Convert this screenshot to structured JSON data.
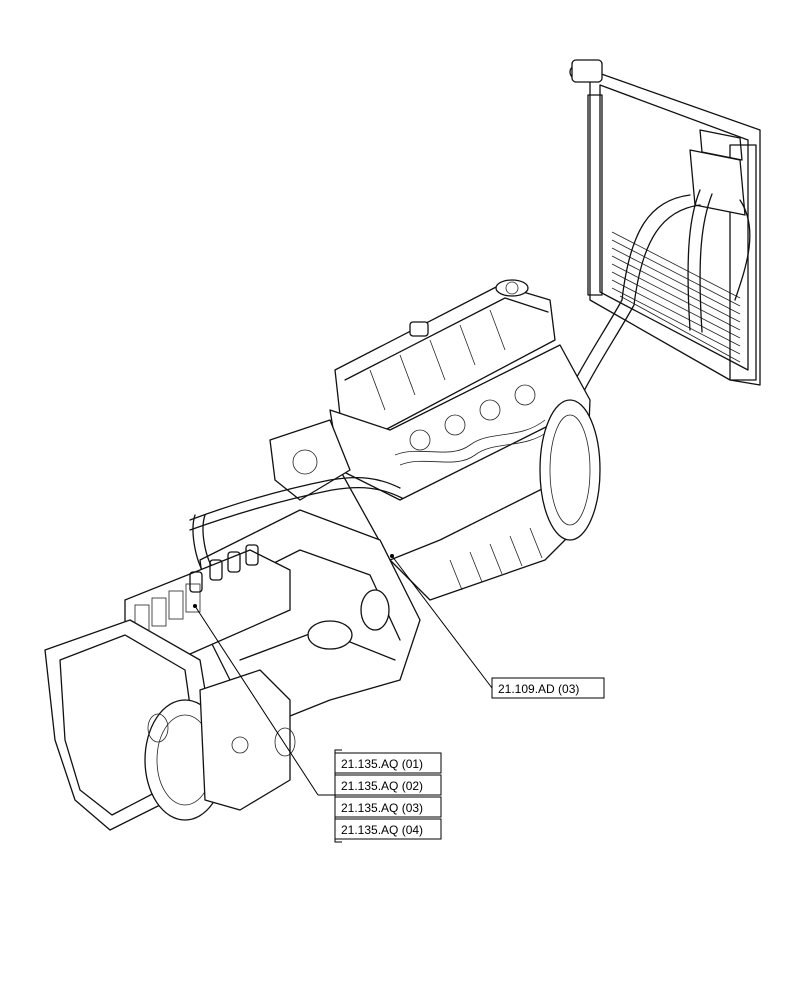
{
  "callouts": {
    "single": {
      "label": "21.109.AD (03)"
    },
    "group": [
      {
        "label": "21.135.AQ (01)"
      },
      {
        "label": "21.135.AQ (02)"
      },
      {
        "label": "21.135.AQ (03)"
      },
      {
        "label": "21.135.AQ (04)"
      }
    ]
  }
}
